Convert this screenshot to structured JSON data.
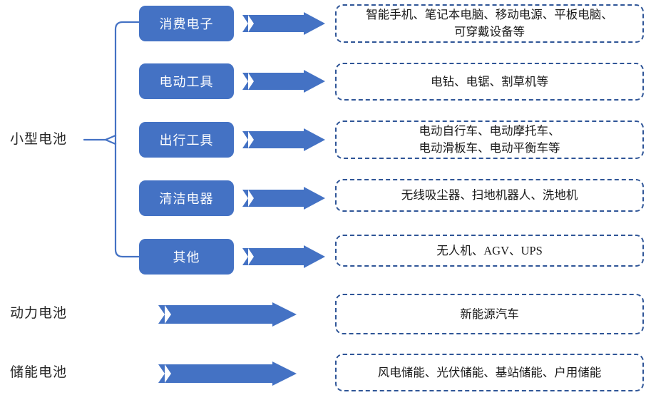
{
  "diagram": {
    "title_colors": {
      "box_fill": "#4472C4",
      "arrow_fill": "#4472C4",
      "dashed_border": "#2F5597",
      "brace_stroke": "#4472C4",
      "label_text": "#262626",
      "box_text": "#FFFFFF",
      "desc_text": "#1A1A1A",
      "background": "#FFFFFF"
    },
    "categories": [
      {
        "id": "small-battery",
        "label": "小型电池",
        "has_brace": true,
        "subcategories": [
          {
            "id": "consumer-electronics",
            "label": "消费电子",
            "applications": [
              "智能手机、笔记本电脑、移动电源、平板电脑、",
              "可穿戴设备等"
            ]
          },
          {
            "id": "power-tools",
            "label": "电动工具",
            "applications": [
              "电钻、电锯、割草机等"
            ]
          },
          {
            "id": "mobility-tools",
            "label": "出行工具",
            "applications": [
              "电动自行车、电动摩托车、",
              "电动滑板车、电动平衡车等"
            ]
          },
          {
            "id": "cleaning-appliances",
            "label": "清洁电器",
            "applications": [
              "无线吸尘器、扫地机器人、洗地机"
            ]
          },
          {
            "id": "others",
            "label": "其他",
            "applications": [
              "无人机、AGV、UPS"
            ]
          }
        ]
      },
      {
        "id": "power-battery",
        "label": "动力电池",
        "has_brace": false,
        "subcategories": [
          {
            "id": "new-energy-vehicle",
            "label": "",
            "applications": [
              "新能源汽车"
            ]
          }
        ]
      },
      {
        "id": "energy-storage-battery",
        "label": "储能电池",
        "has_brace": false,
        "subcategories": [
          {
            "id": "energy-storage",
            "label": "",
            "applications": [
              "风电储能、光伏储能、基站储能、户用储能"
            ]
          }
        ]
      }
    ]
  }
}
